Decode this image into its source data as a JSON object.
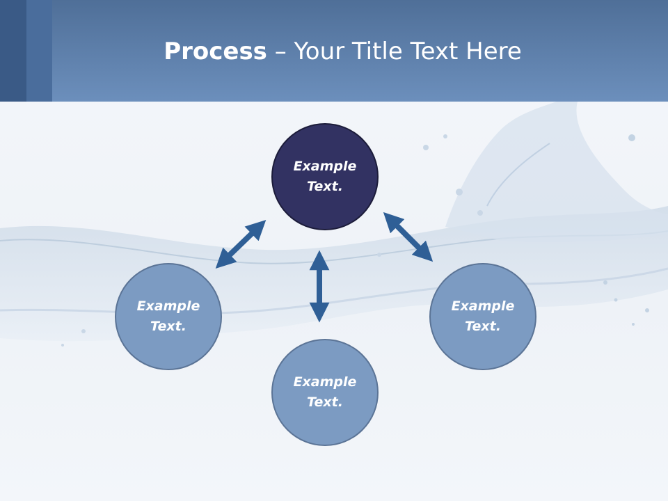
{
  "header": {
    "title_bold": "Process",
    "title_rest": " – Your Title Text Here"
  },
  "diagram": {
    "nodes": [
      {
        "id": "top",
        "label": "Example Text."
      },
      {
        "id": "left",
        "label": "Example Text."
      },
      {
        "id": "bottom",
        "label": "Example Text."
      },
      {
        "id": "right",
        "label": "Example Text."
      }
    ]
  },
  "colors": {
    "header_top": "#4f6f98",
    "header_bottom": "#6c8fbc",
    "node_primary": "#323262",
    "node_secondary": "#7c9bc2",
    "arrow": "#2f5f96"
  }
}
